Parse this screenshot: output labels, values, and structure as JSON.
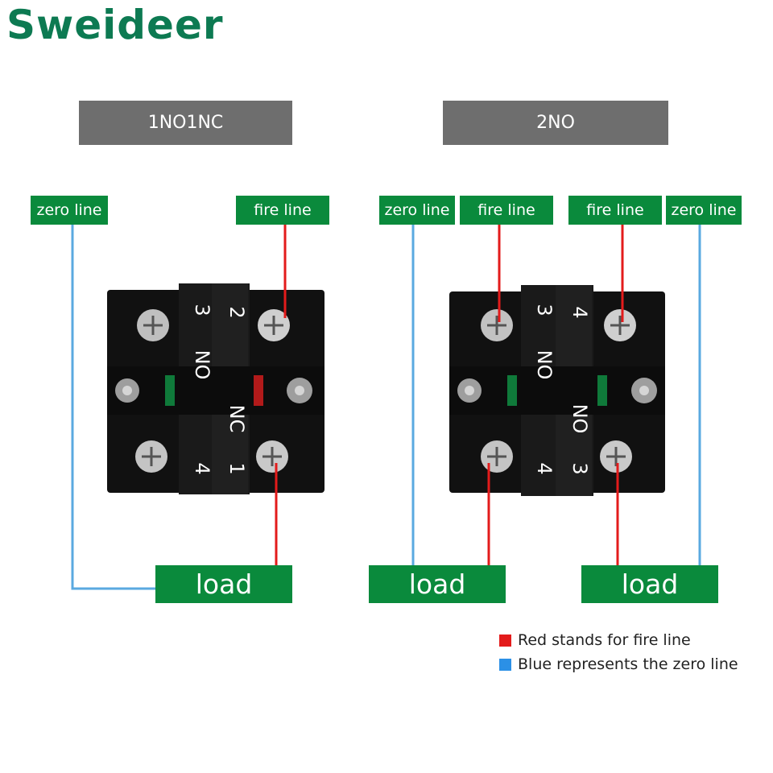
{
  "brand": "Sweideer",
  "colors": {
    "brand_green": "#0d7a52",
    "label_green": "#0a8a3c",
    "header_gray": "#6e6e6e",
    "fire": "#e31b1b",
    "zero": "#5aa9e0"
  },
  "switch_1no1nc": {
    "title": "1NO1NC",
    "zero_label": "zero line",
    "fire_label": "fire line",
    "load_label": "load",
    "marks": {
      "t3": "3",
      "t2": "2",
      "t4": "4",
      "t1": "1",
      "no": "NO",
      "nc": "NC"
    }
  },
  "switch_2no": {
    "title": "2NO",
    "zero_left_label": "zero line",
    "fire_left_label": "fire line",
    "fire_right_label": "fire line",
    "zero_right_label": "zero line",
    "load_left_label": "load",
    "load_right_label": "load",
    "marks": {
      "l3": "3",
      "l4": "4",
      "no_left": "NO",
      "r4": "4",
      "r3": "3",
      "no_right": "NO"
    }
  },
  "legend": {
    "red_text": "Red stands for fire line",
    "blue_text": "Blue represents the zero line"
  }
}
